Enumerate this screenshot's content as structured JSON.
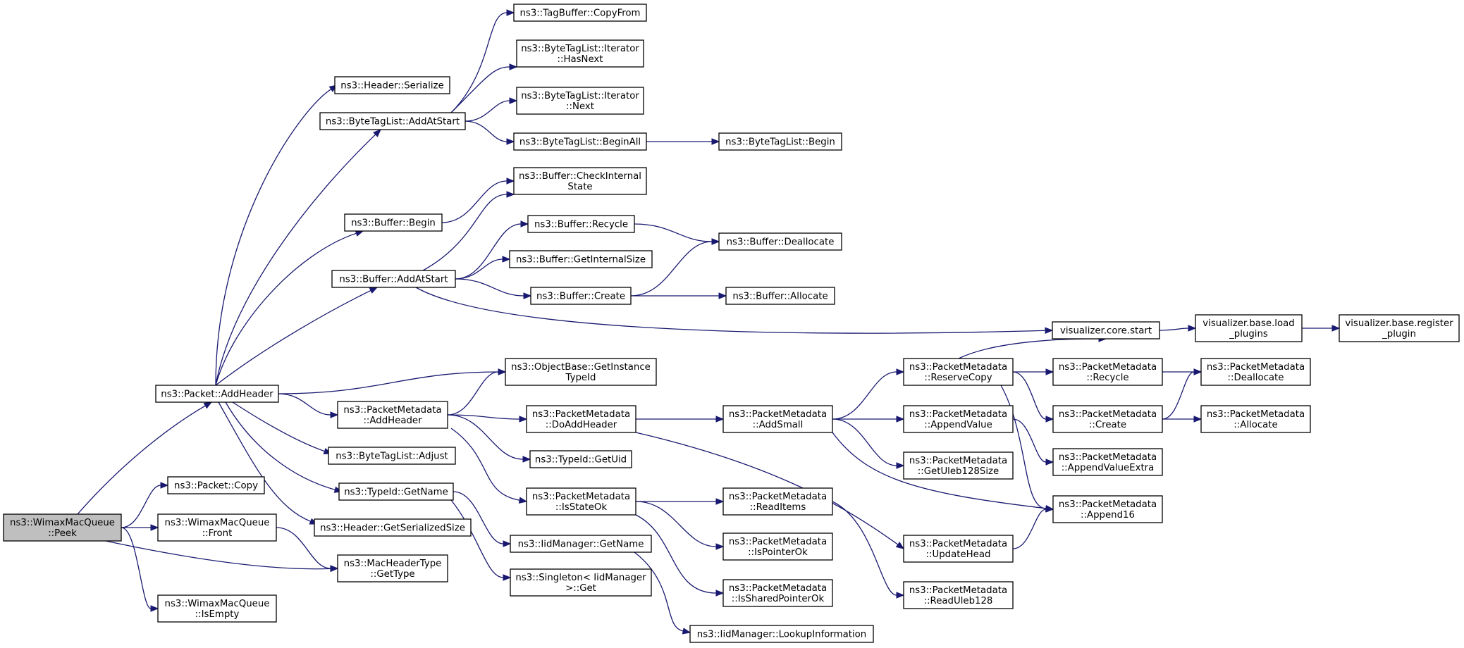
{
  "nodes": [
    {
      "id": "n0",
      "lines": [
        "ns3::WimaxMacQueue",
        "::Peek"
      ],
      "root": true
    },
    {
      "id": "n1",
      "lines": [
        "ns3::Packet::AddHeader"
      ]
    },
    {
      "id": "n2",
      "lines": [
        "ns3::Packet::Copy"
      ]
    },
    {
      "id": "n3",
      "lines": [
        "ns3::WimaxMacQueue",
        "::Front"
      ]
    },
    {
      "id": "n4",
      "lines": [
        "ns3::MacHeaderType",
        "::GetType"
      ]
    },
    {
      "id": "n5",
      "lines": [
        "ns3::WimaxMacQueue",
        "::IsEmpty"
      ]
    },
    {
      "id": "n6",
      "lines": [
        "ns3::Header::Serialize"
      ]
    },
    {
      "id": "n7",
      "lines": [
        "ns3::ByteTagList::AddAtStart"
      ]
    },
    {
      "id": "n8",
      "lines": [
        "ns3::Buffer::Begin"
      ]
    },
    {
      "id": "n9",
      "lines": [
        "ns3::Buffer::AddAtStart"
      ]
    },
    {
      "id": "n10",
      "lines": [
        "ns3::PacketMetadata",
        "::AddHeader"
      ]
    },
    {
      "id": "n11",
      "lines": [
        "ns3::ByteTagList::Adjust"
      ]
    },
    {
      "id": "n12",
      "lines": [
        "ns3::TypeId::GetName"
      ]
    },
    {
      "id": "n13",
      "lines": [
        "ns3::Header::GetSerializedSize"
      ]
    },
    {
      "id": "n14",
      "lines": [
        "ns3::TagBuffer::CopyFrom"
      ]
    },
    {
      "id": "n15",
      "lines": [
        "ns3::ByteTagList::Iterator",
        "::HasNext"
      ]
    },
    {
      "id": "n16",
      "lines": [
        "ns3::ByteTagList::Iterator",
        "::Next"
      ]
    },
    {
      "id": "n17",
      "lines": [
        "ns3::ByteTagList::BeginAll"
      ]
    },
    {
      "id": "n18",
      "lines": [
        "ns3::ByteTagList::Begin"
      ]
    },
    {
      "id": "n19",
      "lines": [
        "ns3::Buffer::CheckInternal",
        "State"
      ]
    },
    {
      "id": "n20",
      "lines": [
        "ns3::Buffer::Recycle"
      ]
    },
    {
      "id": "n21",
      "lines": [
        "ns3::Buffer::GetInternalSize"
      ]
    },
    {
      "id": "n22",
      "lines": [
        "ns3::Buffer::Create"
      ]
    },
    {
      "id": "n23",
      "lines": [
        "ns3::Buffer::Deallocate"
      ]
    },
    {
      "id": "n24",
      "lines": [
        "ns3::Buffer::Allocate"
      ]
    },
    {
      "id": "n25",
      "lines": [
        "visualizer.core.start"
      ]
    },
    {
      "id": "n26",
      "lines": [
        "visualizer.base.load",
        "_plugins"
      ]
    },
    {
      "id": "n27",
      "lines": [
        "visualizer.base.register",
        "_plugin"
      ]
    },
    {
      "id": "n28",
      "lines": [
        "ns3::ObjectBase::GetInstance",
        "TypeId"
      ]
    },
    {
      "id": "n29",
      "lines": [
        "ns3::PacketMetadata",
        "::DoAddHeader"
      ]
    },
    {
      "id": "n30",
      "lines": [
        "ns3::TypeId::GetUid"
      ]
    },
    {
      "id": "n31",
      "lines": [
        "ns3::PacketMetadata",
        "::IsStateOk"
      ]
    },
    {
      "id": "n32",
      "lines": [
        "ns3::IidManager::GetName"
      ]
    },
    {
      "id": "n33",
      "lines": [
        "ns3::Singleton< IidManager",
        ">::Get"
      ]
    },
    {
      "id": "n34",
      "lines": [
        "ns3::IidManager::LookupInformation"
      ]
    },
    {
      "id": "n35",
      "lines": [
        "ns3::PacketMetadata",
        "::AddSmall"
      ]
    },
    {
      "id": "n36",
      "lines": [
        "ns3::PacketMetadata",
        "::ReadItems"
      ]
    },
    {
      "id": "n37",
      "lines": [
        "ns3::PacketMetadata",
        "::IsPointerOk"
      ]
    },
    {
      "id": "n38",
      "lines": [
        "ns3::PacketMetadata",
        "::IsSharedPointerOk"
      ]
    },
    {
      "id": "n39",
      "lines": [
        "ns3::PacketMetadata",
        "::ReserveCopy"
      ]
    },
    {
      "id": "n40",
      "lines": [
        "ns3::PacketMetadata",
        "::AppendValue"
      ]
    },
    {
      "id": "n41",
      "lines": [
        "ns3::PacketMetadata",
        "::GetUleb128Size"
      ]
    },
    {
      "id": "n42",
      "lines": [
        "ns3::PacketMetadata",
        "::UpdateHead"
      ]
    },
    {
      "id": "n43",
      "lines": [
        "ns3::PacketMetadata",
        "::ReadUleb128"
      ]
    },
    {
      "id": "n44",
      "lines": [
        "ns3::PacketMetadata",
        "::Recycle"
      ]
    },
    {
      "id": "n45",
      "lines": [
        "ns3::PacketMetadata",
        "::Create"
      ]
    },
    {
      "id": "n46",
      "lines": [
        "ns3::PacketMetadata",
        "::AppendValueExtra"
      ]
    },
    {
      "id": "n47",
      "lines": [
        "ns3::PacketMetadata",
        "::Append16"
      ]
    },
    {
      "id": "n48",
      "lines": [
        "ns3::PacketMetadata",
        "::Deallocate"
      ]
    },
    {
      "id": "n49",
      "lines": [
        "ns3::PacketMetadata",
        "::Allocate"
      ]
    }
  ],
  "edges": [
    [
      "n0",
      "n1"
    ],
    [
      "n0",
      "n2"
    ],
    [
      "n0",
      "n3"
    ],
    [
      "n0",
      "n4"
    ],
    [
      "n0",
      "n5"
    ],
    [
      "n3",
      "n4"
    ],
    [
      "n1",
      "n6"
    ],
    [
      "n1",
      "n7"
    ],
    [
      "n1",
      "n8"
    ],
    [
      "n1",
      "n9"
    ],
    [
      "n1",
      "n28"
    ],
    [
      "n1",
      "n10"
    ],
    [
      "n1",
      "n11"
    ],
    [
      "n1",
      "n12"
    ],
    [
      "n1",
      "n13"
    ],
    [
      "n7",
      "n14"
    ],
    [
      "n7",
      "n15"
    ],
    [
      "n7",
      "n16"
    ],
    [
      "n7",
      "n17"
    ],
    [
      "n17",
      "n18"
    ],
    [
      "n8",
      "n19"
    ],
    [
      "n9",
      "n19"
    ],
    [
      "n9",
      "n20"
    ],
    [
      "n9",
      "n21"
    ],
    [
      "n9",
      "n22"
    ],
    [
      "n9",
      "n25"
    ],
    [
      "n20",
      "n23"
    ],
    [
      "n22",
      "n23"
    ],
    [
      "n22",
      "n24"
    ],
    [
      "n25",
      "n26"
    ],
    [
      "n26",
      "n27"
    ],
    [
      "n10",
      "n28"
    ],
    [
      "n10",
      "n29"
    ],
    [
      "n10",
      "n30"
    ],
    [
      "n10",
      "n31"
    ],
    [
      "n12",
      "n32"
    ],
    [
      "n12",
      "n33"
    ],
    [
      "n32",
      "n34"
    ],
    [
      "n29",
      "n35"
    ],
    [
      "n29",
      "n42"
    ],
    [
      "n31",
      "n36"
    ],
    [
      "n31",
      "n37"
    ],
    [
      "n31",
      "n38"
    ],
    [
      "n35",
      "n39"
    ],
    [
      "n35",
      "n40"
    ],
    [
      "n35",
      "n41"
    ],
    [
      "n35",
      "n47"
    ],
    [
      "n36",
      "n43"
    ],
    [
      "n42",
      "n47"
    ],
    [
      "n39",
      "n25"
    ],
    [
      "n39",
      "n44"
    ],
    [
      "n39",
      "n45"
    ],
    [
      "n39",
      "n47"
    ],
    [
      "n40",
      "n46"
    ],
    [
      "n44",
      "n48"
    ],
    [
      "n45",
      "n48"
    ],
    [
      "n45",
      "n49"
    ]
  ]
}
